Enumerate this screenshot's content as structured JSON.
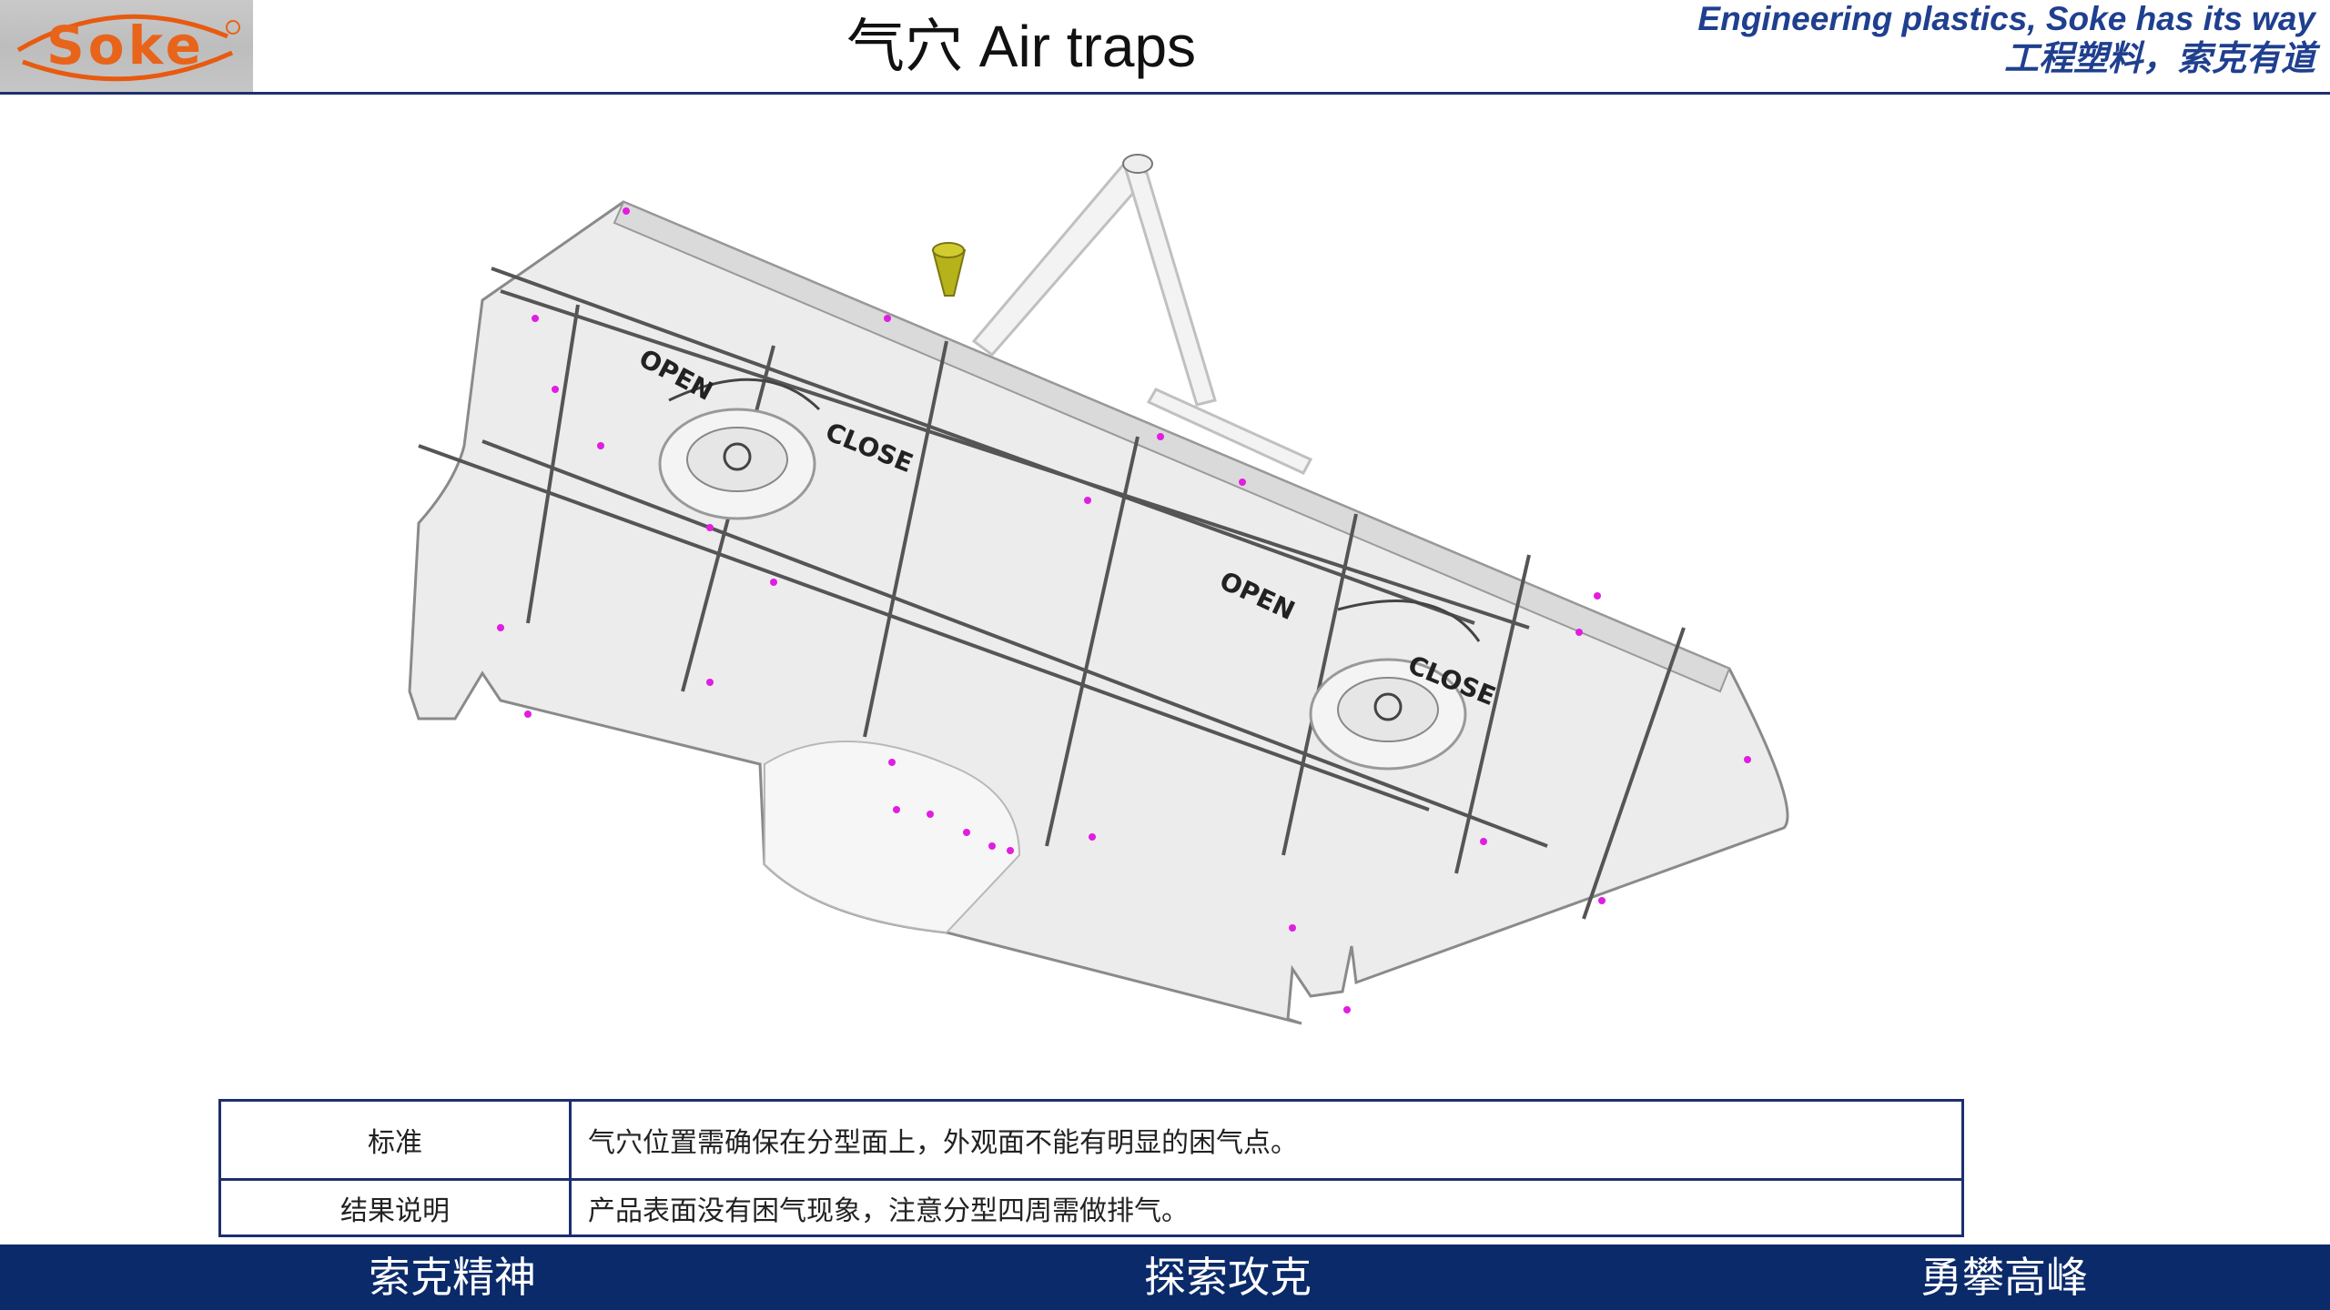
{
  "header": {
    "logo_text": "Soke",
    "title": "气穴 Air traps",
    "slogan_en": "Engineering plastics, Soke has its way",
    "slogan_cn": "工程塑料，索克有道"
  },
  "figure": {
    "labels": [
      "OPEN",
      "CLOSE",
      "OPEN",
      "CLOSE"
    ]
  },
  "table": {
    "rows": [
      {
        "label": "标准",
        "value": "气穴位置需确保在分型面上，外观面不能有明显的困气点。"
      },
      {
        "label": "结果说明",
        "value": "产品表面没有困气现象，注意分型四周需做排气。"
      }
    ]
  },
  "footer": {
    "items": [
      "索克精神",
      "探索攻克",
      "勇攀高峰"
    ]
  }
}
